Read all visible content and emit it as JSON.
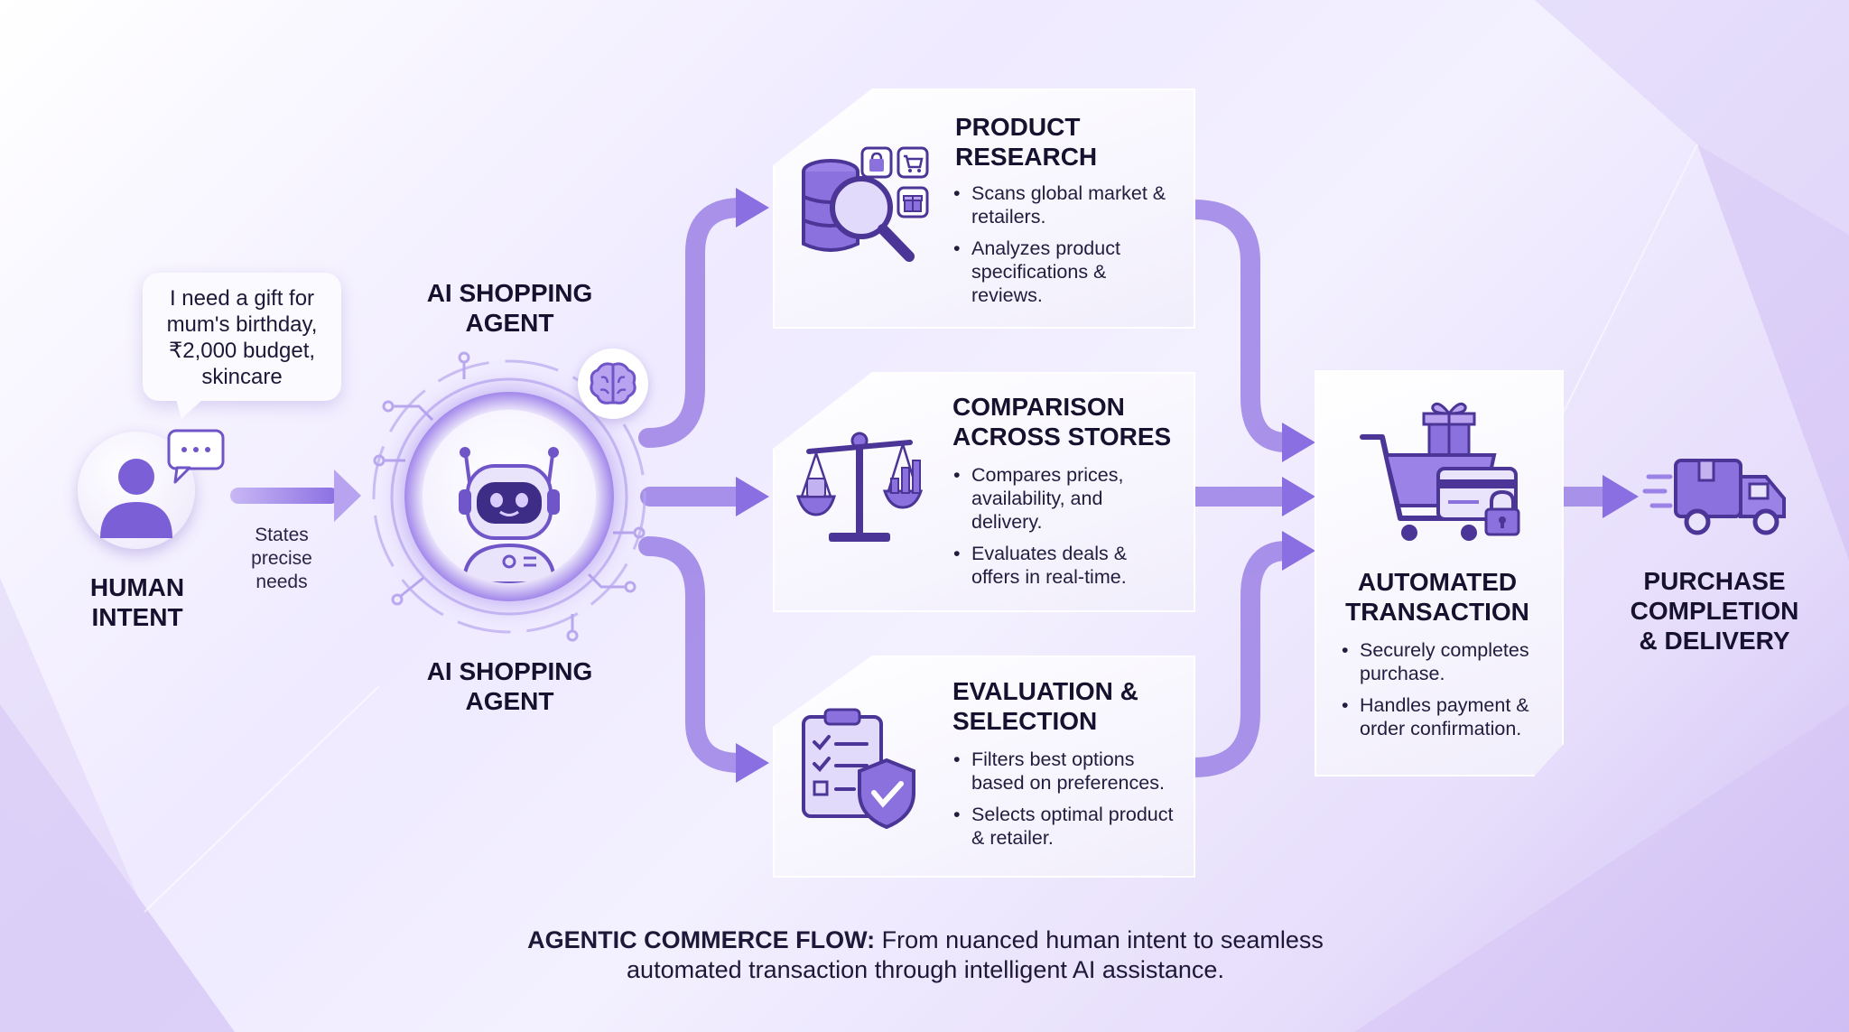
{
  "human": {
    "speech": "I need a gift for mum's birthday, ₹2,000 budget, skincare",
    "label": "HUMAN INTENT",
    "arrow_note": "States precise needs"
  },
  "agent": {
    "label_top": "AI SHOPPING AGENT",
    "label_bottom": "AI SHOPPING AGENT"
  },
  "steps": [
    {
      "title": "PRODUCT RESEARCH",
      "bullets": [
        "Scans global market & retailers.",
        "Analyzes product specifications & reviews."
      ]
    },
    {
      "title": "COMPARISON ACROSS STORES",
      "bullets": [
        "Compares prices, availability, and delivery.",
        "Evaluates deals & offers in real-time."
      ]
    },
    {
      "title": "EVALUATION & SELECTION",
      "bullets": [
        "Filters best options based on preferences.",
        "Selects optimal product & retailer."
      ]
    }
  ],
  "transaction": {
    "title": "AUTOMATED TRANSACTION",
    "bullets": [
      "Securely completes purchase.",
      "Handles payment & order confirmation."
    ]
  },
  "completion": {
    "label": "PURCHASE COMPLETION & DELIVERY"
  },
  "caption": {
    "bold": "AGENTIC COMMERCE FLOW:",
    "rest": " From nuanced human intent to seamless automated transaction through intelligent AI assistance."
  },
  "colors": {
    "primary": "#7b5fd6",
    "primary_dark": "#4b3596",
    "arrow": "#9277e6",
    "text": "#16112e"
  },
  "icons": [
    "user-icon",
    "chat-bubble-icon",
    "robot-icon",
    "brain-icon",
    "database-search-icon",
    "shopping-bag-icon",
    "cart-icon",
    "gift-icon",
    "scale-icon",
    "bar-chart-icon",
    "clipboard-checklist-icon",
    "shield-check-icon",
    "cart-gift-icon",
    "credit-card-icon",
    "lock-icon",
    "delivery-truck-icon"
  ]
}
